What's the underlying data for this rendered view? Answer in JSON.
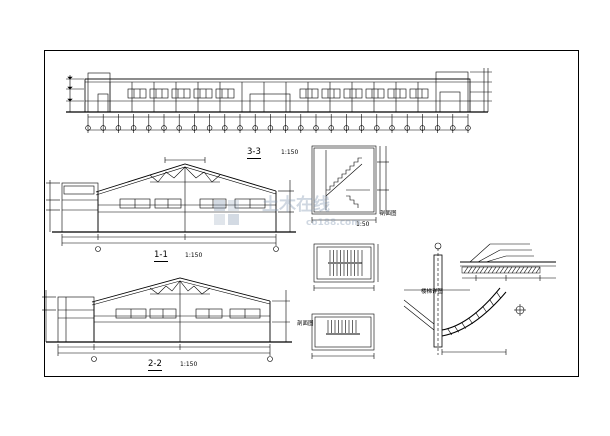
{
  "sheet": {
    "elevation_grid_labels": [
      "1",
      "2",
      "3",
      "4",
      "5",
      "6",
      "7",
      "8",
      "9",
      "10",
      "11",
      "12",
      "13",
      "14",
      "15",
      "16",
      "17",
      "18",
      "19",
      "20",
      "21",
      "22",
      "23",
      "24",
      "25",
      "26"
    ]
  },
  "sections": {
    "s33": {
      "title": "3-3",
      "scale": "1:150"
    },
    "s11": {
      "title": "1-1",
      "scale": "1:150"
    },
    "s22": {
      "title": "2-2",
      "scale": "1:150"
    }
  },
  "stair_details": {
    "scale": "1:50",
    "section_label": "剖面图",
    "plan_label": "剖面图"
  },
  "ramp_detail": {
    "label": "楼梯详图"
  },
  "watermark": {
    "brand": "土木在线",
    "domain": "co188.com"
  }
}
